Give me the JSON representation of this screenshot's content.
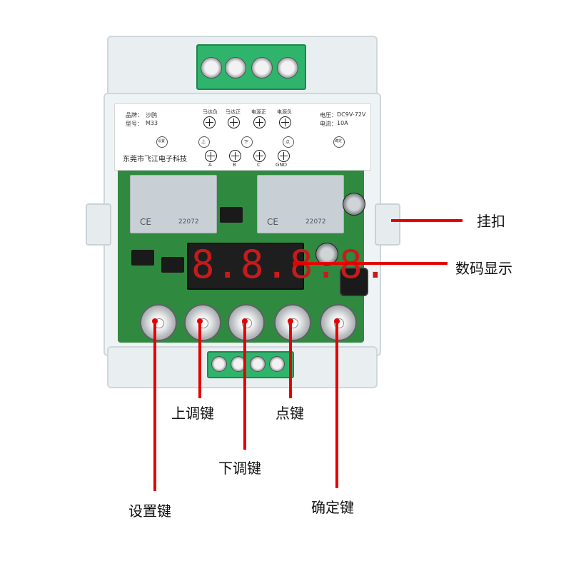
{
  "sticker": {
    "brand_label": "品牌：",
    "brand_value": "沙鸥",
    "model_label": "型号：",
    "model_value": "M33",
    "voltage_label": "电压：",
    "voltage_value": "DC9V-72V",
    "current_label": "电流：",
    "current_value": "10A",
    "top_terminal_labels": [
      "马达负",
      "马达正",
      "电源正",
      "电源负"
    ],
    "button_labels": [
      "设置",
      "上",
      "下",
      "点",
      "确定"
    ],
    "bottom_terminal_labels": [
      "A",
      "B",
      "C",
      "GND"
    ],
    "company": "东莞市飞江电子科技"
  },
  "relays": {
    "left_code": "22072",
    "right_code": "22072",
    "ce_mark": "CE"
  },
  "display": {
    "digits": "8.8.8.8."
  },
  "callouts": {
    "hook": "挂扣",
    "display": "数码显示",
    "up_key": "上调键",
    "point_key": "点键",
    "down_key": "下调键",
    "set_key": "设置键",
    "confirm_key": "确定键"
  },
  "colors": {
    "pointer": "#e60000",
    "pcb": "#2f8a3f",
    "terminal": "#2fb46c",
    "segment": "#c71b1b"
  }
}
